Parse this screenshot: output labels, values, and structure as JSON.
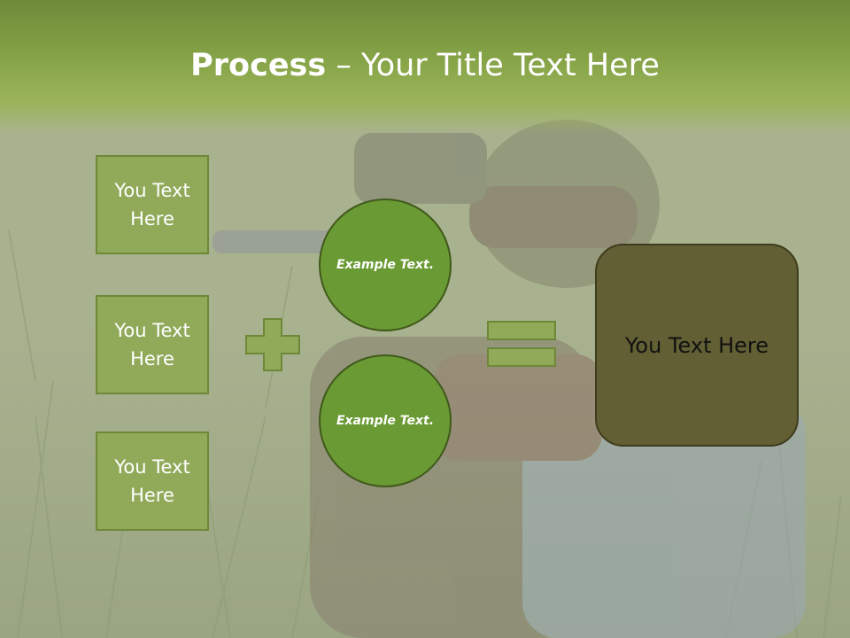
{
  "slide": {
    "title_bold": "Process",
    "title_rest": " – Your Title Text Here",
    "boxes": [
      "You Text Here",
      "You Text Here",
      "You Text Here"
    ],
    "circles": [
      "Example Text.",
      "Example Text."
    ],
    "result": "You Text Here"
  },
  "icons": {
    "plus": "plus-icon",
    "equals": "equals-icon"
  },
  "colors": {
    "header": "#86a447",
    "box_fill": "#91aa5a",
    "circle_fill": "#6a9a33",
    "result_fill": "#625f34"
  }
}
